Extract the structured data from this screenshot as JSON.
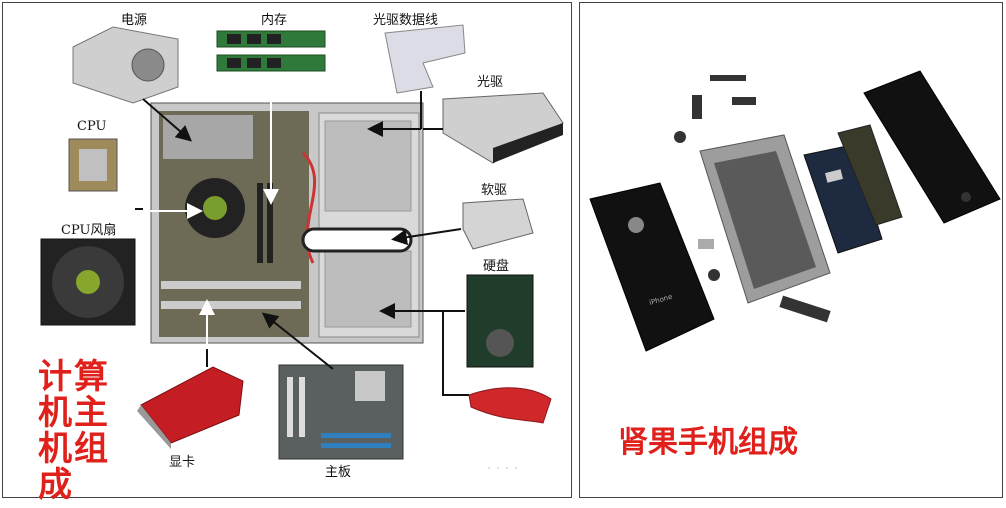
{
  "left_panel": {
    "labels": {
      "psu": "电源",
      "ram": "内存",
      "optical_cable": "光驱数据线",
      "optical_drive": "光驱",
      "cpu": "CPU",
      "cpu_fan": "CPU风扇",
      "floppy": "软驱",
      "hdd": "硬盘",
      "gpu": "显卡",
      "motherboard": "主板"
    },
    "title_chars": [
      "计",
      "算",
      "机",
      "主",
      "机",
      "组",
      "成"
    ]
  },
  "right_panel": {
    "title": "肾果手机组成",
    "phone_logo_text": "iPhone"
  },
  "colors": {
    "title_red": "#e0201a",
    "case_gray": "#b9b9b9",
    "phone_black": "#111111"
  }
}
